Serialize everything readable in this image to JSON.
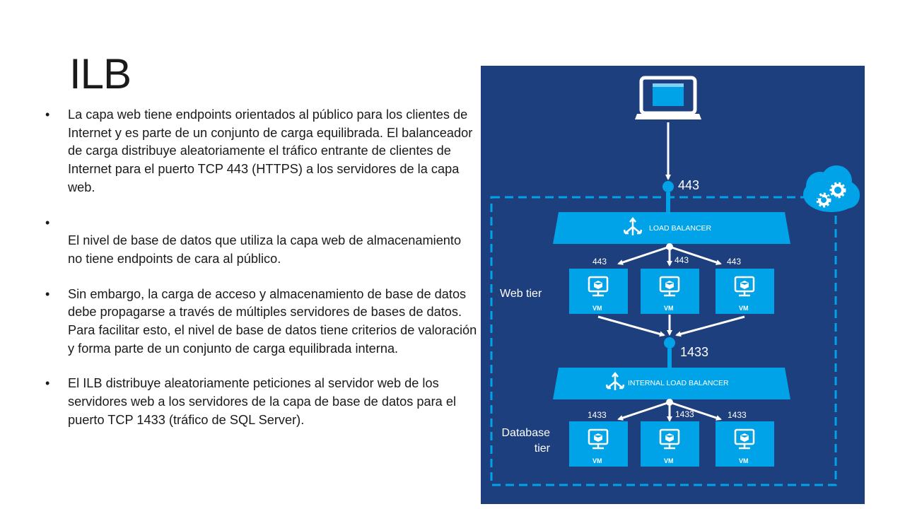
{
  "slide": {
    "title": "ILB",
    "bullets": [
      "La capa web tiene endpoints orientados al público para los clientes de Internet y es parte de un conjunto de carga equilibrada. El balanceador de carga distribuye aleatoriamente el tráfico entrante de clientes de Internet para el puerto TCP 443 (HTTPS) a los servidores de la capa web.",
      "El nivel de base de datos que utiliza la capa web de almacenamiento no tiene endpoints de cara al público.",
      "Sin embargo, la carga de acceso y almacenamiento de base de datos debe propagarse a través de múltiples servidores de bases de datos. Para facilitar esto, el nivel de base de datos tiene criterios de valoración y forma parte de un conjunto de carga equilibrada interna.",
      "El ILB distribuye aleatoriamente peticiones al servidor web de los servidores web a los servidores de la capa de base de datos para el puerto TCP 1433 (tráfico de SQL Server)."
    ],
    "bullet_symbol": "•"
  },
  "diagram": {
    "top_port": "443",
    "load_balancer": "LOAD BALANCER",
    "web_ports": [
      "443",
      "443",
      "443"
    ],
    "web_tier_label": "Web tier",
    "vm_label": "VM",
    "db_port": "1433",
    "internal_load_balancer": "INTERNAL LOAD BALANCER",
    "db_ports": [
      "1433",
      "1433",
      "1433"
    ],
    "db_tier_label_line1": "Database",
    "db_tier_label_line2": "tier",
    "colors": {
      "background": "#1e3f7d",
      "accent": "#00a2e8",
      "white": "#ffffff"
    }
  }
}
